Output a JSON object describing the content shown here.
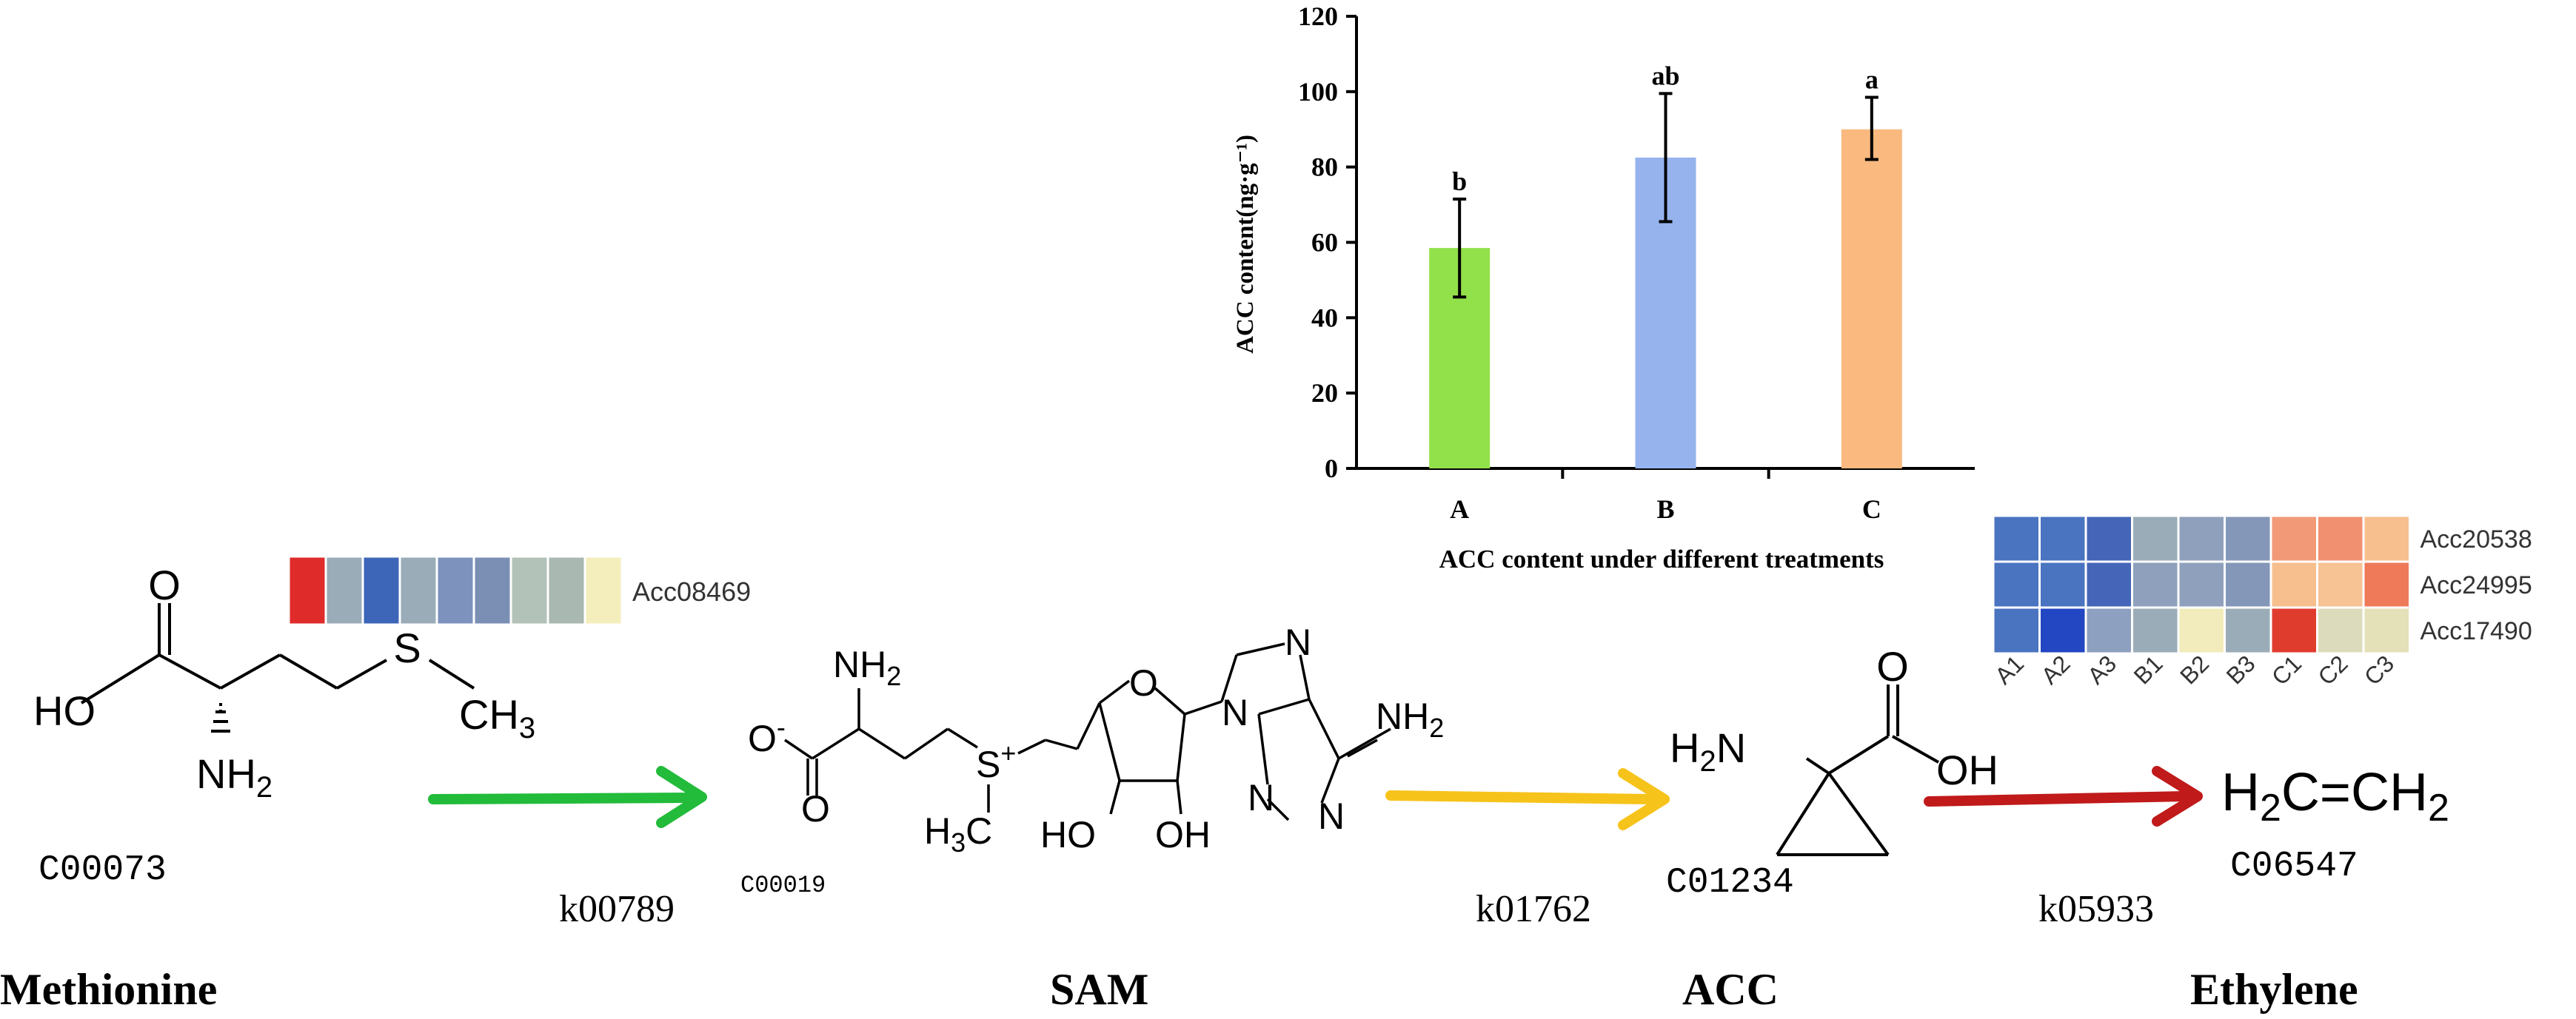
{
  "chart_data": {
    "type": "bar",
    "categories": [
      "A",
      "B",
      "C"
    ],
    "values": [
      58.5,
      82.5,
      90.0
    ],
    "error_low": [
      45.5,
      65.5,
      82.0
    ],
    "error_high": [
      71.5,
      99.5,
      98.5
    ],
    "significance": [
      "b",
      "ab",
      "a"
    ],
    "colors": [
      "#92e04a",
      "#96b3ed",
      "#f9b97f"
    ],
    "xlabel": "ACC content under different treatments",
    "ylabel": "ACC content(ng·g⁻¹)",
    "ylim": [
      0,
      120
    ],
    "yticks": [
      "0",
      "20",
      "40",
      "60",
      "80",
      "100",
      "120"
    ],
    "grid": false
  },
  "compounds": {
    "methionine": {
      "id": "C00073",
      "name": "Methionine"
    },
    "sam": {
      "id": "C00019",
      "name": "SAM"
    },
    "acc": {
      "id": "C01234",
      "name": "ACC"
    },
    "ethylene": {
      "id": "C06547",
      "name": "Ethylene"
    }
  },
  "enzymes": {
    "k1": {
      "label": "k00789",
      "color": "#22bb3a"
    },
    "k2": {
      "label": "k01762",
      "color": "#f6c31a"
    },
    "k3": {
      "label": "k05933",
      "color": "#c01a1a"
    }
  },
  "chem": {
    "met_ho": "HO",
    "met_o": "O",
    "met_s": "S",
    "met_ch3": "CH",
    "met_ch3_sub": "3",
    "met_nh": "NH",
    "met_nh_sub": "2",
    "sam_nh": "NH",
    "sam_nh_sub": "2",
    "sam_o_minus": "O",
    "sam_o_minus_sup": "-",
    "sam_o2": "O",
    "sam_s": "S",
    "sam_s_sup": "+",
    "sam_h3c": "H",
    "sam_h3c_sub": "3",
    "sam_h3c_c": "C",
    "sam_ring_o": "O",
    "sam_ho1": "HO",
    "sam_oh2": "OH",
    "sam_n1": "N",
    "sam_n2": "N",
    "sam_n3": "N",
    "sam_n4": "N",
    "sam_n5": "N",
    "sam_ade_nh": "NH",
    "sam_ade_nh_sub": "2",
    "acc_h2n": "H",
    "acc_h2n_sub": "2",
    "acc_h2n_n": "N",
    "acc_o": "O",
    "acc_oh": "OH",
    "eth_h2c": "H",
    "eth_h2c_sub": "2",
    "eth_c_eq": "C=CH",
    "eth_sub2": "2"
  },
  "heatmap_single": {
    "row_label": "Acc08469",
    "colors": [
      "#e02b2b",
      "#9aacb8",
      "#3e66b8",
      "#9aacb8",
      "#7d92bd",
      "#7b8fb5",
      "#b3c2b8",
      "#a9b8b0",
      "#f4eebc"
    ]
  },
  "heatmap_multi": {
    "columns": [
      "A1",
      "A2",
      "A3",
      "B1",
      "B2",
      "B3",
      "C1",
      "C2",
      "C3"
    ],
    "rows": [
      {
        "label": "Acc20538",
        "colors": [
          "#4a74c0",
          "#4a74c0",
          "#4566b8",
          "#9aacb8",
          "#8fa0bc",
          "#8497b8",
          "#f29a78",
          "#f09070",
          "#f7bf8e"
        ]
      },
      {
        "label": "Acc24995",
        "colors": [
          "#4a74c0",
          "#4a74c0",
          "#4566b8",
          "#8fa0bc",
          "#8fa0bc",
          "#8497b8",
          "#f7bf8e",
          "#f7c294",
          "#ee7a5a"
        ]
      },
      {
        "label": "Acc17490",
        "colors": [
          "#4a74c0",
          "#2347c2",
          "#8ea0bf",
          "#9aacb8",
          "#f2ecbc",
          "#9aacb8",
          "#e03c2e",
          "#dcdcbc",
          "#e4e0b8"
        ]
      }
    ]
  }
}
